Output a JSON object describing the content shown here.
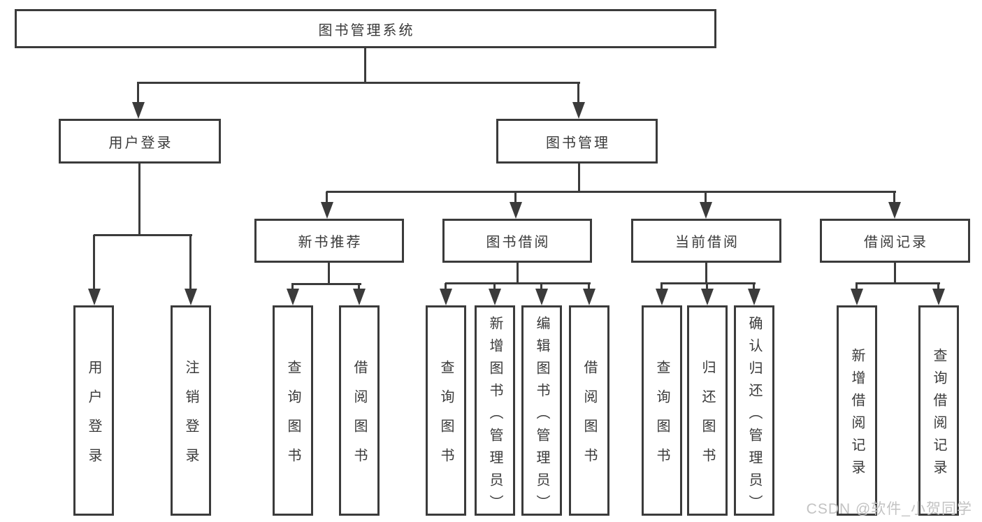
{
  "tree": {
    "label": "图书管理系统",
    "children": [
      {
        "label": "用户登录",
        "children": [
          {
            "label": "用户登录"
          },
          {
            "label": "注销登录"
          }
        ]
      },
      {
        "label": "图书管理",
        "children": [
          {
            "label": "新书推荐",
            "children": [
              {
                "label": "查询图书"
              },
              {
                "label": "借阅图书"
              }
            ]
          },
          {
            "label": "图书借阅",
            "children": [
              {
                "label": "查询图书"
              },
              {
                "label": "新增图书（管理员）"
              },
              {
                "label": "编辑图书（管理员）"
              },
              {
                "label": "借阅图书"
              }
            ]
          },
          {
            "label": "当前借阅",
            "children": [
              {
                "label": "查询图书"
              },
              {
                "label": "归还图书"
              },
              {
                "label": "确认归还（管理员）"
              }
            ]
          },
          {
            "label": "借阅记录",
            "children": [
              {
                "label": "新增借阅记录"
              },
              {
                "label": "查询借阅记录"
              }
            ]
          }
        ]
      }
    ]
  },
  "watermark": {
    "text": "CSDN @软件_小贺同学"
  },
  "colors": {
    "line": "#3b3b3b",
    "text": "#3a3a3a",
    "watermark": "#c3c3c3",
    "background": "#ffffff"
  }
}
